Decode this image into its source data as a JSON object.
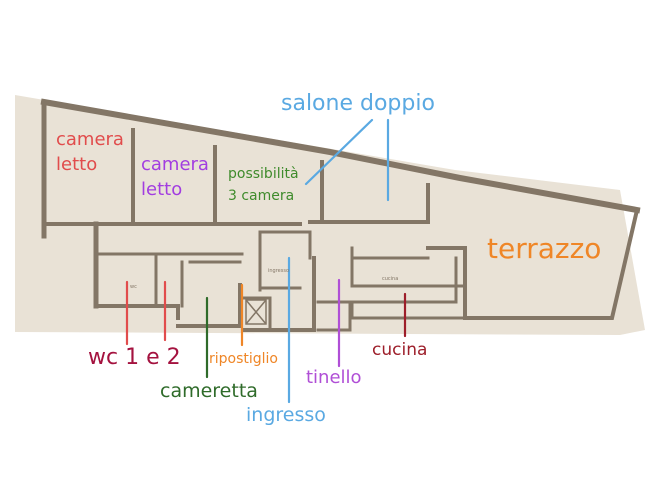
{
  "colors": {
    "paper": "#e9e2d6",
    "wall": "#837666",
    "red": "#e14c4c",
    "purple": "#a23de0",
    "green": "#3f8b2c",
    "dark_green": "#2f6b2a",
    "blue": "#5aa9e2",
    "orange": "#ef8627",
    "crimson": "#a4123f",
    "dark_red": "#9d1e2a",
    "violet": "#b04fd6"
  },
  "labels": {
    "salone": "salone doppio",
    "camera_letto_1_line1": "camera",
    "camera_letto_1_line2": "letto",
    "camera_letto_2_line1": "camera",
    "camera_letto_2_line2": "letto",
    "possibilita_line1": "possibilità",
    "possibilita_line2": "3 camera",
    "terrazzo": "terrazzo",
    "wc": "wc 1 e 2",
    "ripostiglio": "ripostiglio",
    "cameretta": "cameretta",
    "ingresso": "ingresso",
    "tinello": "tinello",
    "cucina": "cucina"
  },
  "plan_text": {
    "ingresso_tag": "ingresso",
    "cucina_tag": "cucina",
    "wc_tag": "wc"
  }
}
